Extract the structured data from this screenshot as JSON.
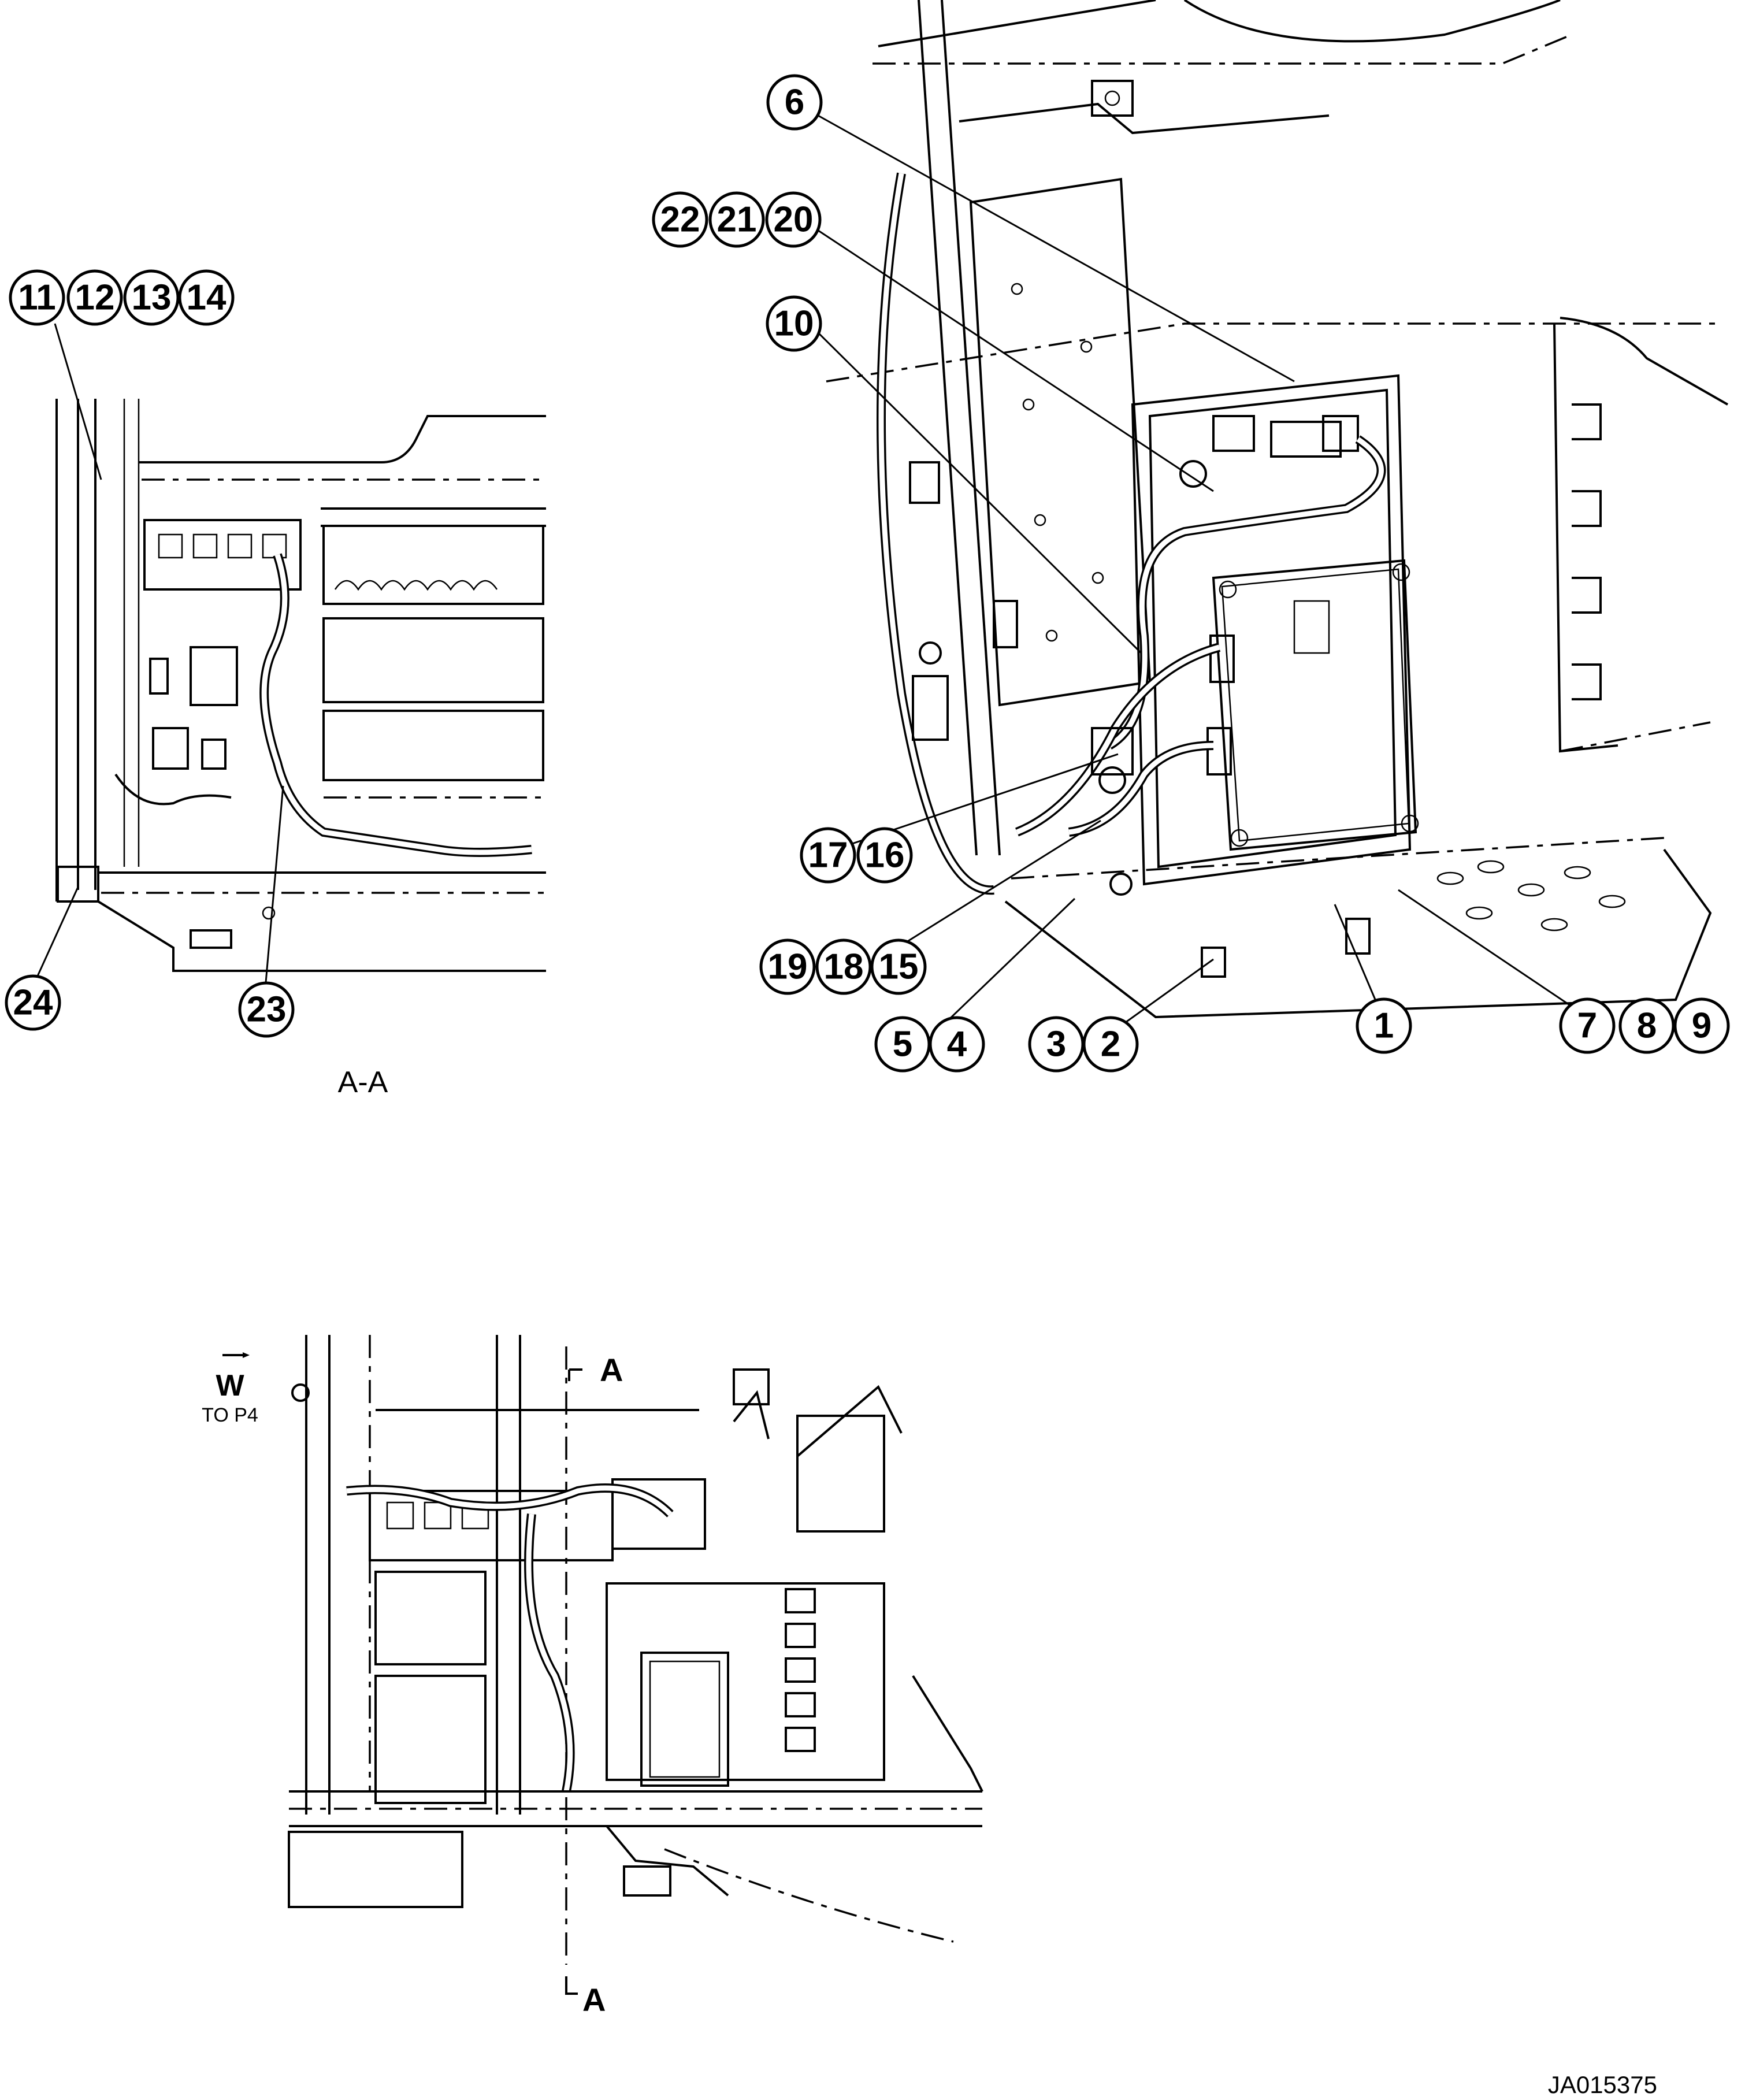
{
  "callouts": [
    "1",
    "2",
    "3",
    "4",
    "5",
    "6",
    "7",
    "8",
    "9",
    "10",
    "11",
    "12",
    "13",
    "14",
    "15",
    "16",
    "17",
    "18",
    "19",
    "20",
    "21",
    "22",
    "23",
    "24"
  ],
  "labels": {
    "section_caption": "A-A",
    "section_mark_top": "A",
    "section_mark_bottom": "A",
    "view_letter": "W",
    "view_ref": "TO P4",
    "drawing_code": "JA015375"
  }
}
